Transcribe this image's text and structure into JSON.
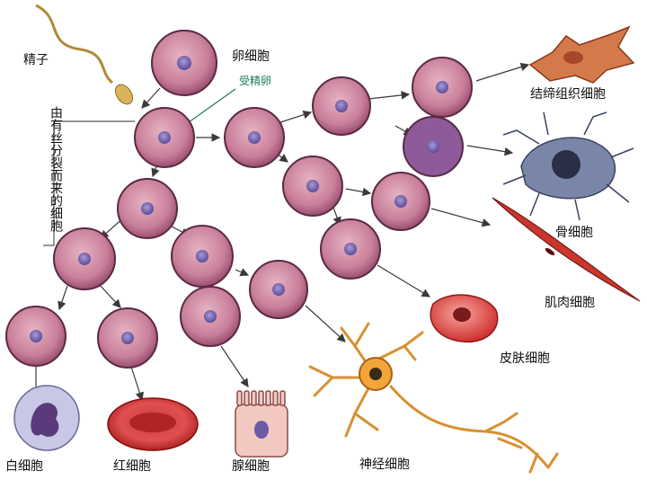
{
  "labels": {
    "sperm": "精子",
    "egg": "卵细胞",
    "fertilized_egg": "受精卵",
    "mitosis_cells": "由有丝分裂而来的细胞",
    "connective_tissue": "结缔组织细胞",
    "bone": "骨细胞",
    "muscle": "肌肉细胞",
    "skin": "皮肤细胞",
    "white_blood": "白细胞",
    "red_blood": "红细胞",
    "gland": "腺细胞",
    "nerve": "神经细胞"
  },
  "colors": {
    "cell_fill": "#c97f9a",
    "cell_stroke": "#5a2a44",
    "nucleus": "#6b5aa8",
    "arrow": "#3a3a3a",
    "leader_green": "#1a7a5a"
  }
}
